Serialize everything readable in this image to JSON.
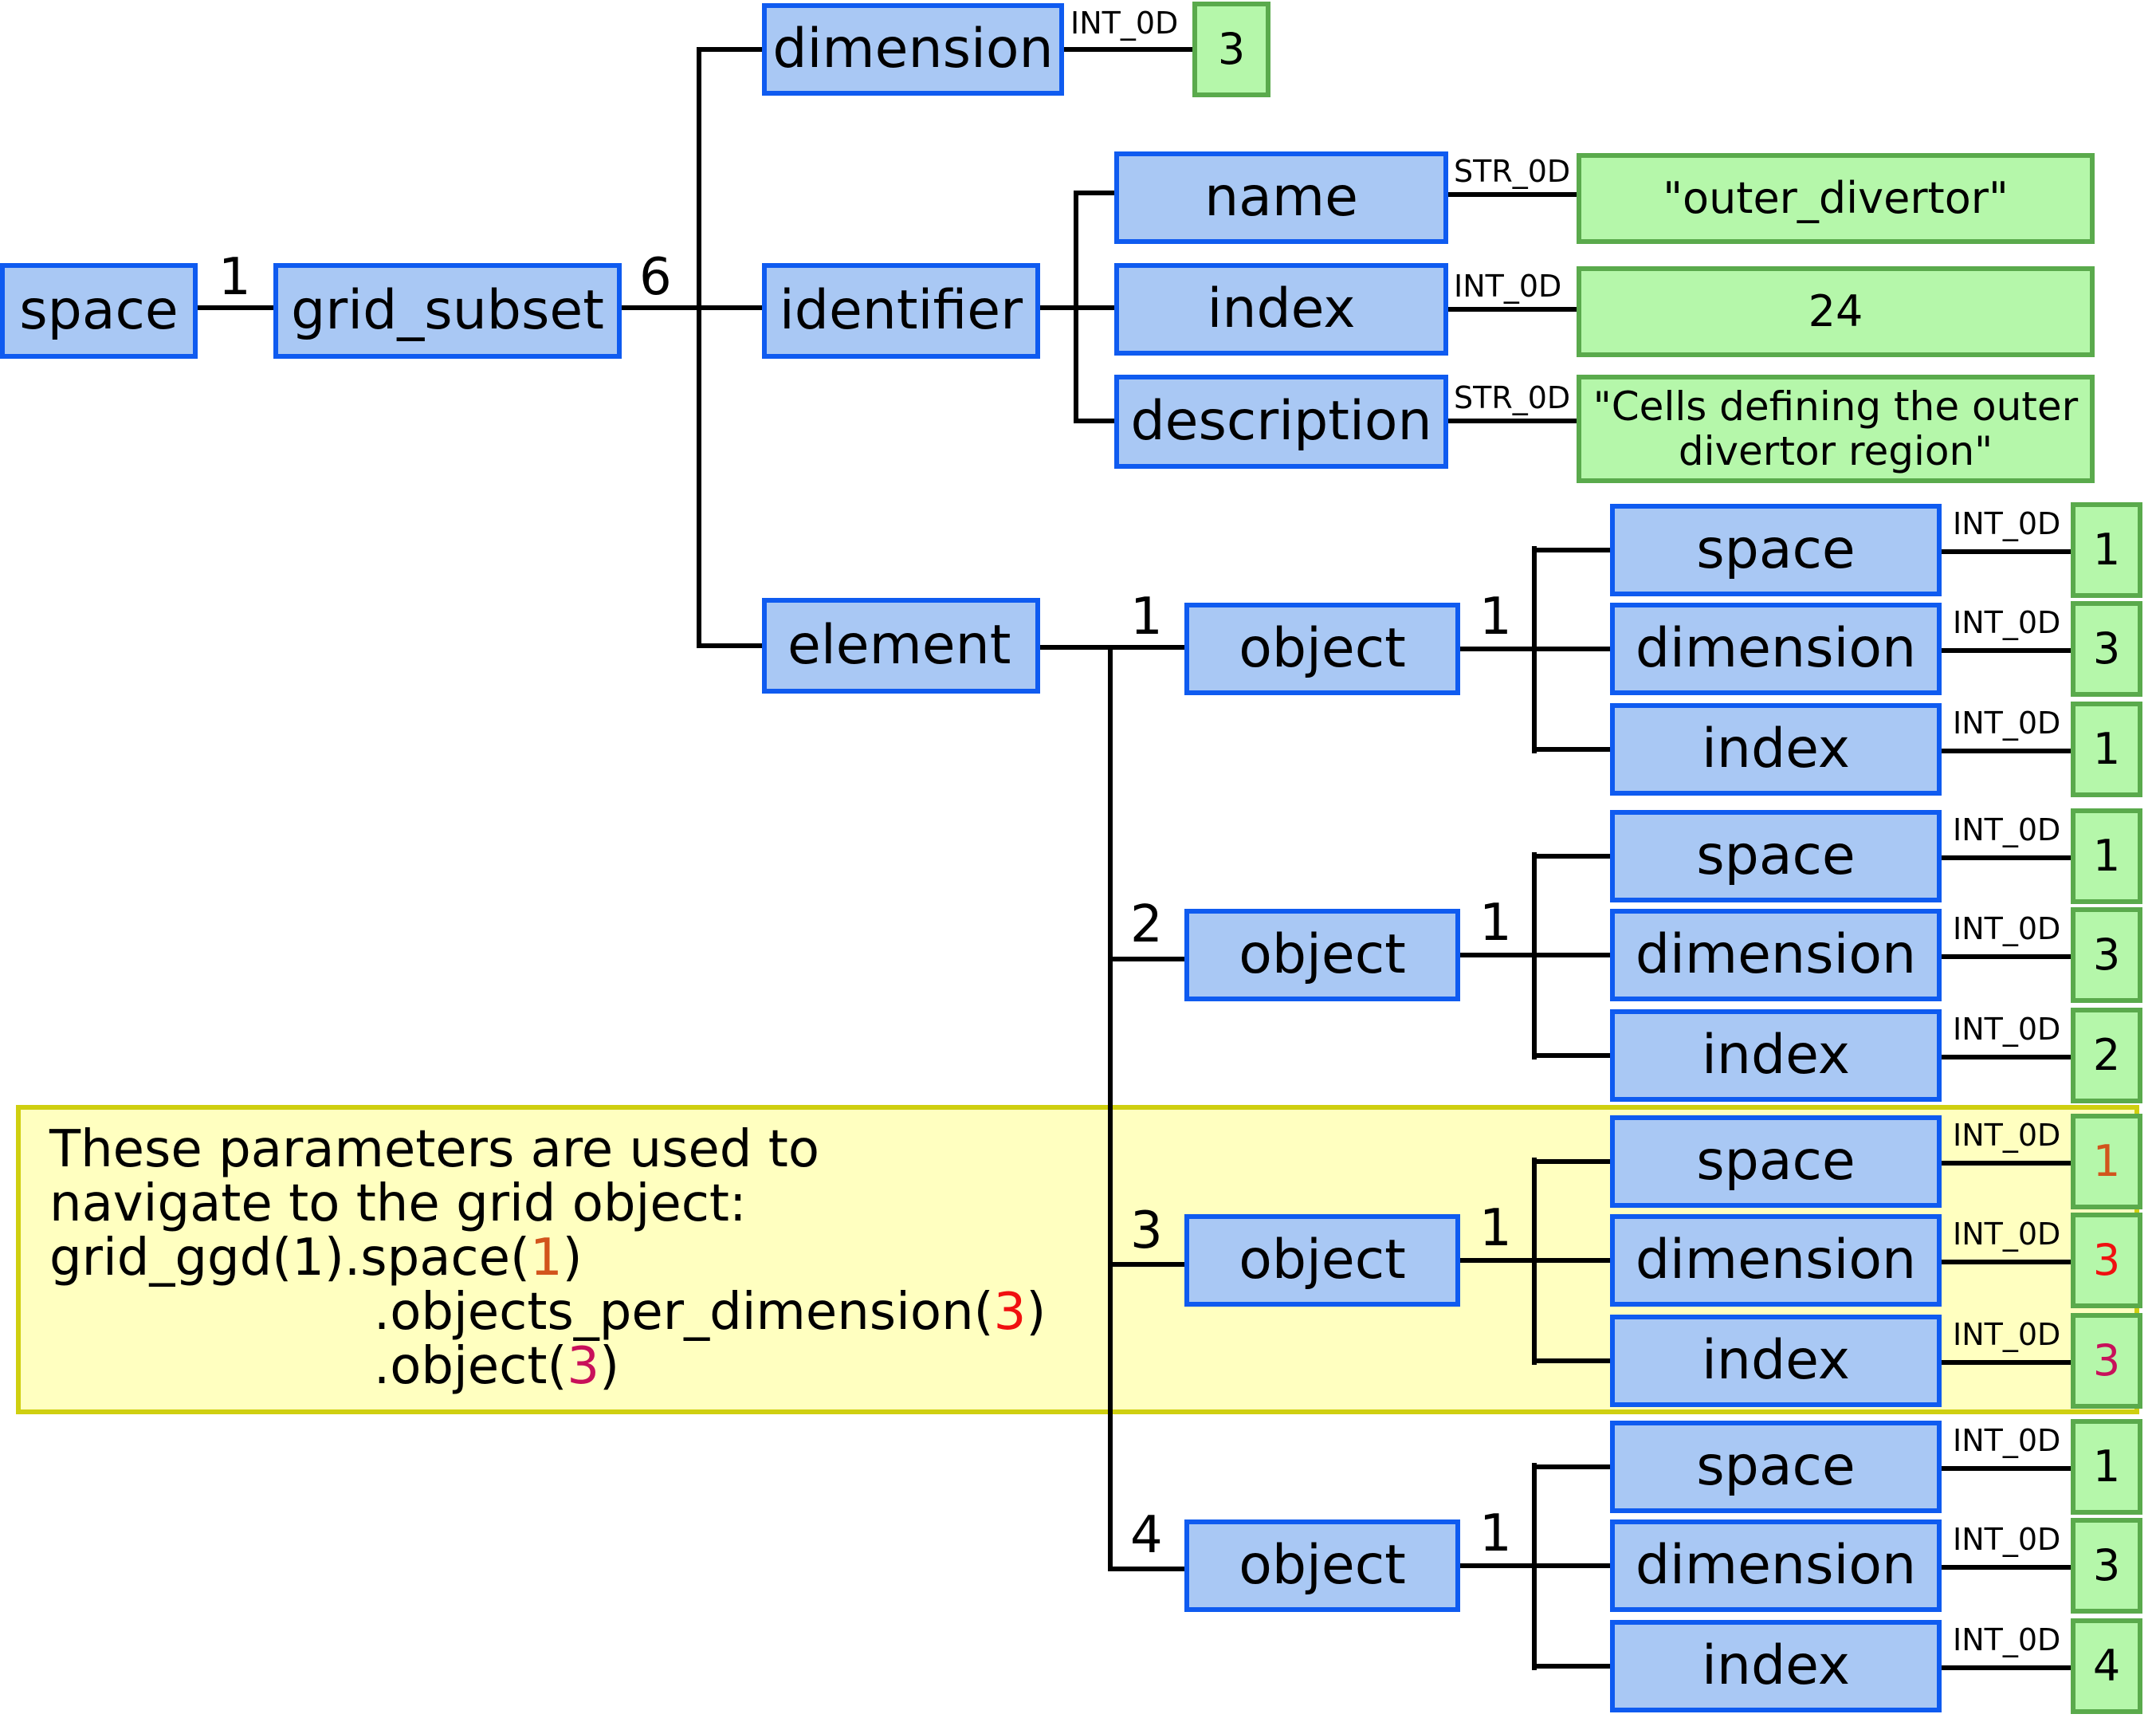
{
  "colors": {
    "node_fill": "#a9c8f4",
    "node_border": "#0f5bf0",
    "value_fill": "#b5f7aa",
    "value_border": "#5aaa4c",
    "note_fill": "#ffffc0",
    "note_border": "#cfcf10",
    "highlight_space": "#d2541c",
    "highlight_dimension": "#f01010",
    "highlight_index": "#c8105a"
  },
  "nodes": {
    "space": "space",
    "grid_subset": "grid_subset",
    "dimension": "dimension",
    "identifier": "identifier",
    "name": "name",
    "index": "index",
    "description": "description",
    "element": "element"
  },
  "multiplicities": {
    "space_to_grid_subset": "1",
    "grid_subset_to_children": "6",
    "element_to_object_1": "1",
    "element_to_object_2": "2",
    "element_to_object_3": "3",
    "element_to_object_4": "4"
  },
  "top_values": {
    "dimension": {
      "type": "INT_0D",
      "value": "3"
    },
    "name": {
      "type": "STR_0D",
      "value": "\"outer_divertor\""
    },
    "index": {
      "type": "INT_0D",
      "value": "24"
    },
    "description": {
      "type": "STR_0D",
      "value": "\"Cells defining the outer\ndivertor region\""
    }
  },
  "objects": [
    {
      "label": "object",
      "multiplicity": "1",
      "fields": [
        {
          "label": "space",
          "type": "INT_0D",
          "value": "1"
        },
        {
          "label": "dimension",
          "type": "INT_0D",
          "value": "3"
        },
        {
          "label": "index",
          "type": "INT_0D",
          "value": "1"
        }
      ]
    },
    {
      "label": "object",
      "multiplicity": "1",
      "fields": [
        {
          "label": "space",
          "type": "INT_0D",
          "value": "1"
        },
        {
          "label": "dimension",
          "type": "INT_0D",
          "value": "3"
        },
        {
          "label": "index",
          "type": "INT_0D",
          "value": "2"
        }
      ]
    },
    {
      "label": "object",
      "multiplicity": "1",
      "fields": [
        {
          "label": "space",
          "type": "INT_0D",
          "value": "1"
        },
        {
          "label": "dimension",
          "type": "INT_0D",
          "value": "3"
        },
        {
          "label": "index",
          "type": "INT_0D",
          "value": "3"
        }
      ]
    },
    {
      "label": "object",
      "multiplicity": "1",
      "fields": [
        {
          "label": "space",
          "type": "INT_0D",
          "value": "1"
        },
        {
          "label": "dimension",
          "type": "INT_0D",
          "value": "3"
        },
        {
          "label": "index",
          "type": "INT_0D",
          "value": "4"
        }
      ]
    }
  ],
  "note": {
    "line1": "These parameters are used to",
    "line2": "navigate to the grid object:",
    "line3_prefix": "grid_ggd(1).space(",
    "line3_value": "1",
    "line3_suffix": ")",
    "line4_prefix": ".objects_per_dimension(",
    "line4_value": "3",
    "line4_suffix": ")",
    "line5_prefix": ".object(",
    "line5_value": "3",
    "line5_suffix": ")"
  }
}
